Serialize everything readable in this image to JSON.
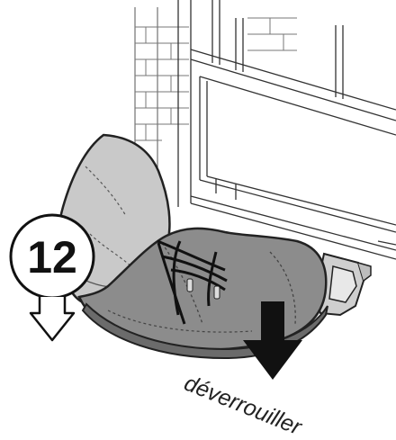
{
  "step": {
    "number": "12"
  },
  "caption": {
    "text": "déverrouiller"
  },
  "colors": {
    "shoe_upper": "#8c8c8c",
    "shoe_sole": "#6b6b6b",
    "trouser": "#c9c9c9",
    "pedal": "#cfcfcf",
    "arrow": "#111111",
    "line_art": "#333333"
  },
  "icons": {
    "step_marker": "circled-number-with-down-arrow",
    "action_arrow": "down-arrow"
  }
}
